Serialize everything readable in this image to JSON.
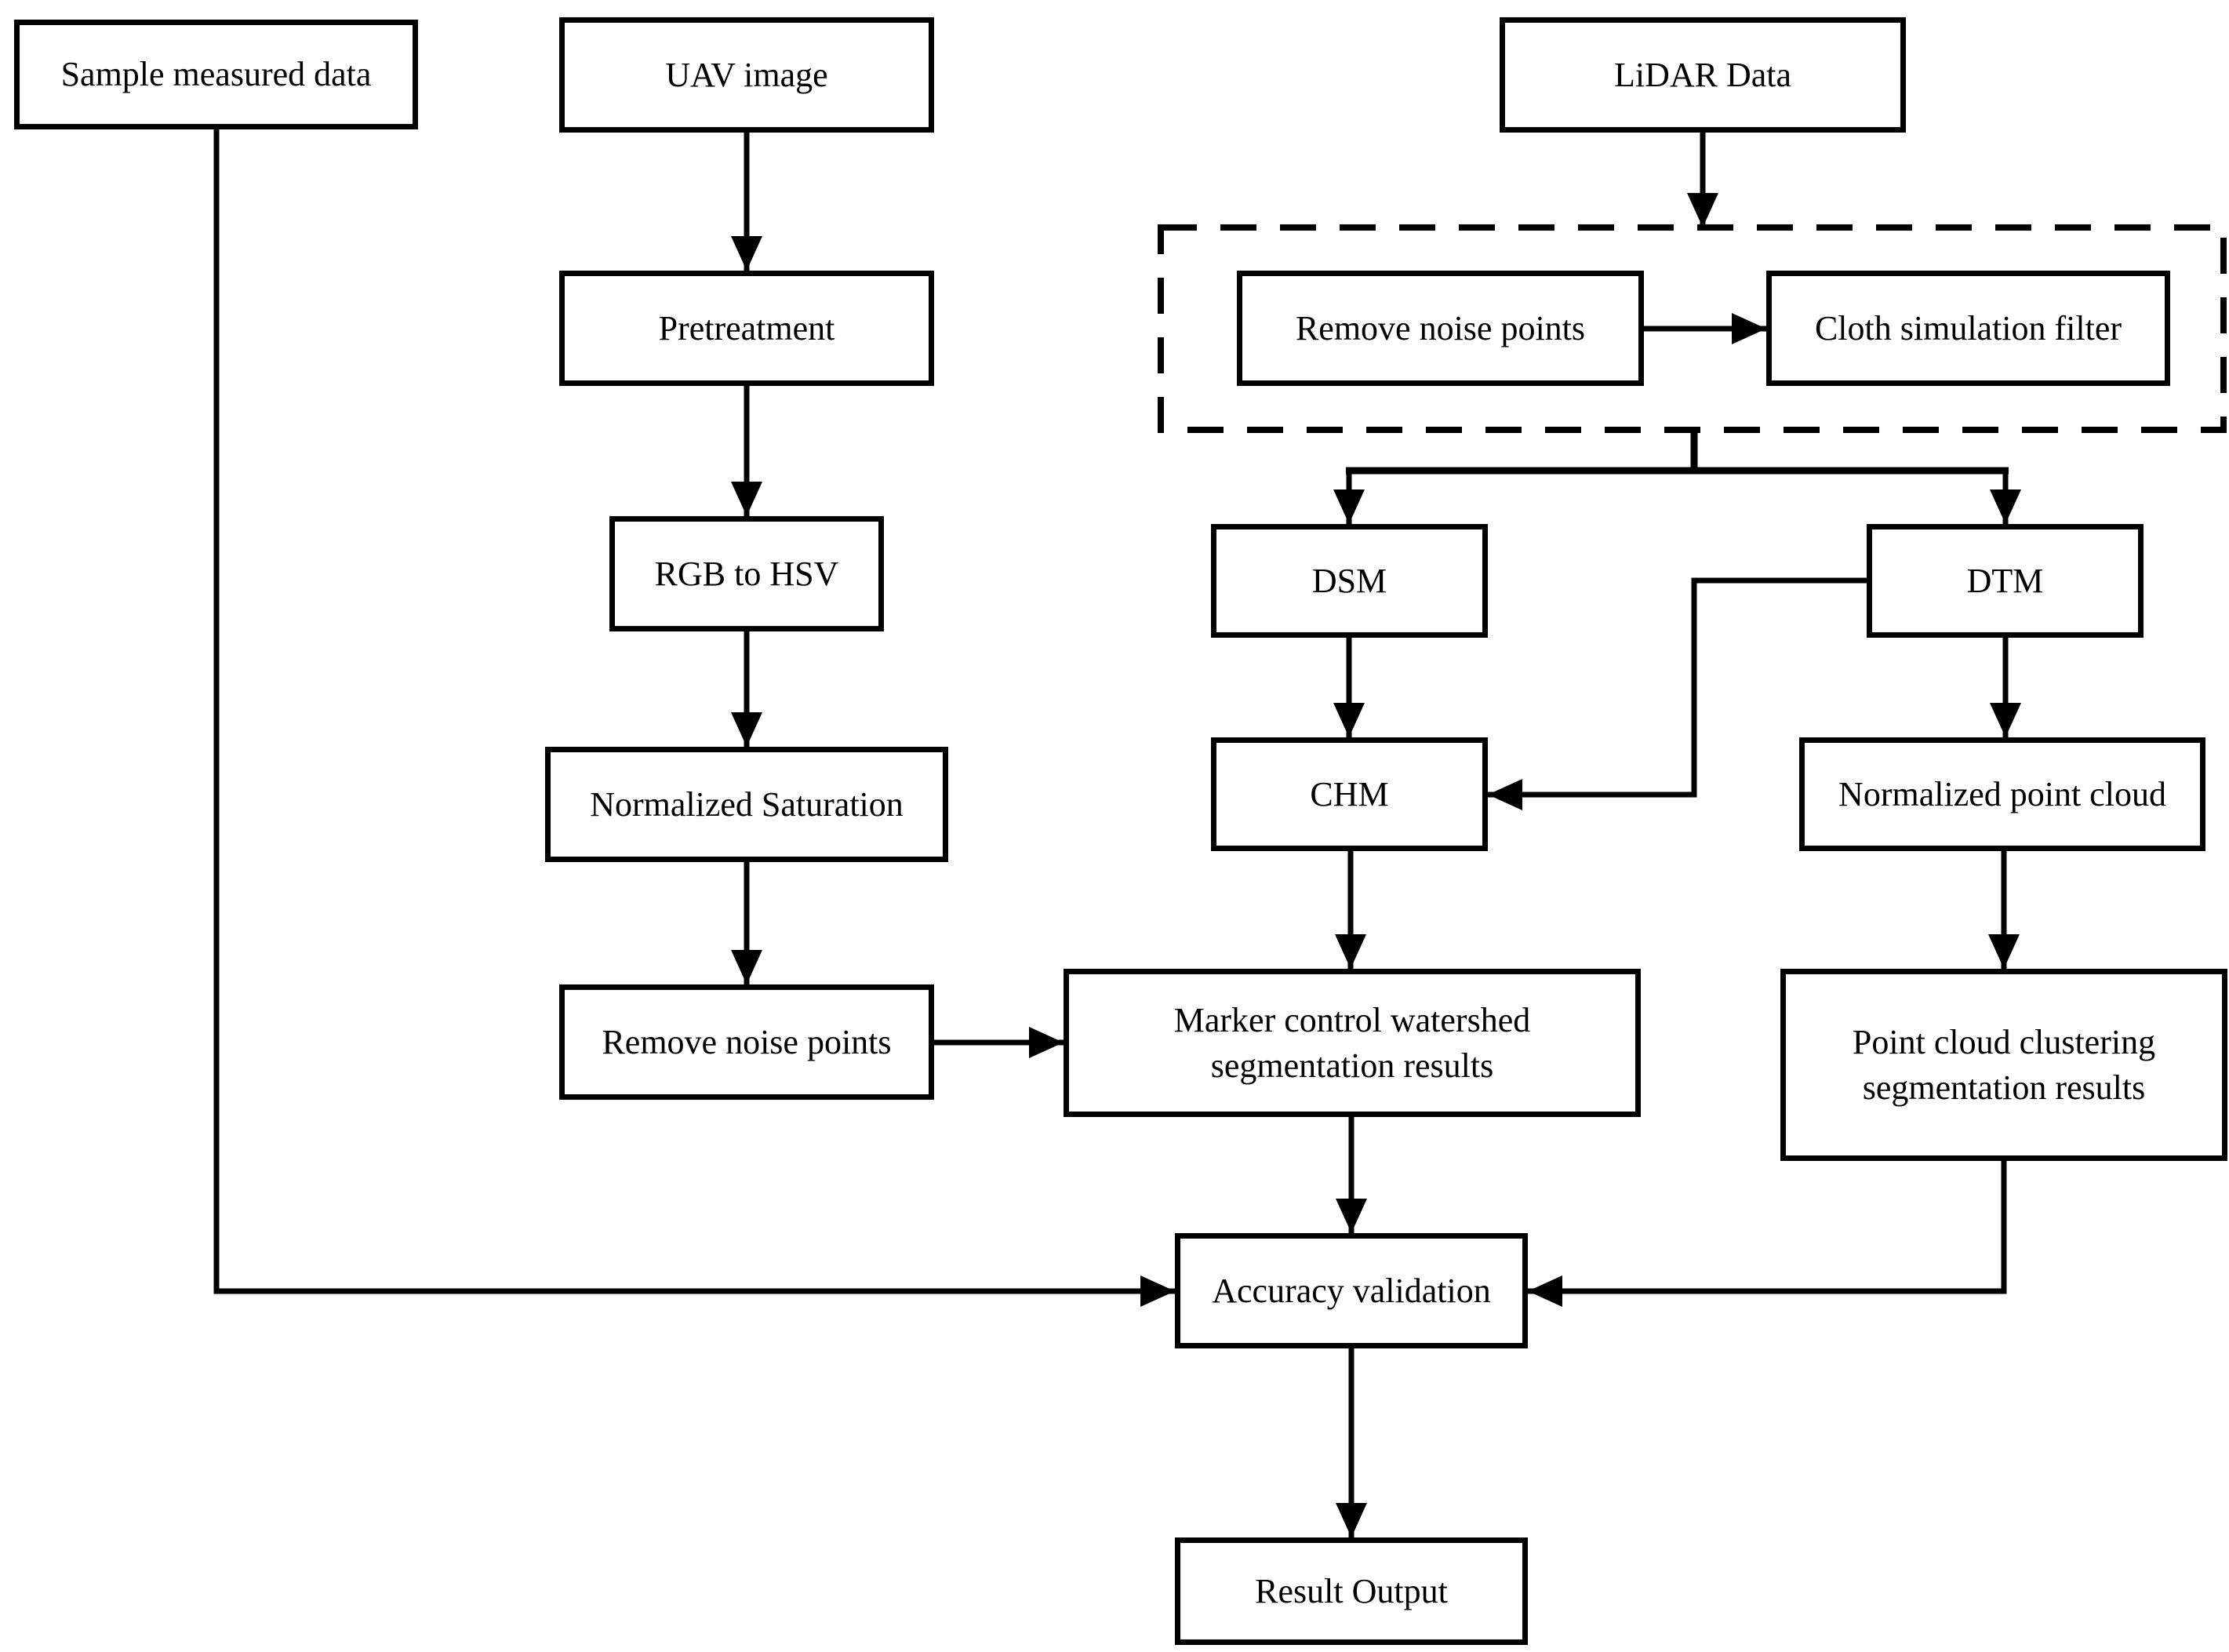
{
  "diagram": {
    "title": "Tree segmentation workflow flowchart",
    "colors": {
      "line": "#000000",
      "background": "#ffffff",
      "box_fill": "#ffffff",
      "text": "#000000"
    },
    "nodes": {
      "sample_measured_data": {
        "label": "Sample measured data"
      },
      "uav_image": {
        "label": "UAV image"
      },
      "pretreatment": {
        "label": "Pretreatment"
      },
      "rgb_to_hsv": {
        "label": "RGB to HSV"
      },
      "normalized_saturation": {
        "label": "Normalized Saturation"
      },
      "remove_noise_points_uav": {
        "label": "Remove noise points"
      },
      "marker_control_watershed": {
        "label": "Marker control watershed segmentation results"
      },
      "lidar_data": {
        "label": "LiDAR Data"
      },
      "remove_noise_points_lidar": {
        "label": "Remove noise points"
      },
      "cloth_simulation_filter": {
        "label": "Cloth simulation filter"
      },
      "dsm": {
        "label": "DSM"
      },
      "dtm": {
        "label": "DTM"
      },
      "chm": {
        "label": "CHM"
      },
      "normalized_point_cloud": {
        "label": "Normalized point cloud"
      },
      "point_cloud_clustering": {
        "label": "Point cloud clustering segmentation results"
      },
      "accuracy_validation": {
        "label": "Accuracy validation"
      },
      "result_output": {
        "label": "Result Output"
      }
    },
    "groups": {
      "lidar_preprocessing_group": {
        "style": "dashed",
        "contains": [
          "remove_noise_points_lidar",
          "cloth_simulation_filter"
        ]
      }
    },
    "edges": [
      {
        "from": "uav_image",
        "to": "pretreatment"
      },
      {
        "from": "pretreatment",
        "to": "rgb_to_hsv"
      },
      {
        "from": "rgb_to_hsv",
        "to": "normalized_saturation"
      },
      {
        "from": "normalized_saturation",
        "to": "remove_noise_points_uav"
      },
      {
        "from": "remove_noise_points_uav",
        "to": "marker_control_watershed"
      },
      {
        "from": "lidar_data",
        "to": "lidar_preprocessing_group"
      },
      {
        "from": "remove_noise_points_lidar",
        "to": "cloth_simulation_filter"
      },
      {
        "from": "lidar_preprocessing_group",
        "to": "dsm"
      },
      {
        "from": "lidar_preprocessing_group",
        "to": "dtm"
      },
      {
        "from": "dsm",
        "to": "chm"
      },
      {
        "from": "dtm",
        "to": "chm"
      },
      {
        "from": "dtm",
        "to": "normalized_point_cloud"
      },
      {
        "from": "chm",
        "to": "marker_control_watershed"
      },
      {
        "from": "normalized_point_cloud",
        "to": "point_cloud_clustering"
      },
      {
        "from": "marker_control_watershed",
        "to": "accuracy_validation"
      },
      {
        "from": "point_cloud_clustering",
        "to": "accuracy_validation"
      },
      {
        "from": "sample_measured_data",
        "to": "accuracy_validation"
      },
      {
        "from": "accuracy_validation",
        "to": "result_output"
      }
    ]
  }
}
